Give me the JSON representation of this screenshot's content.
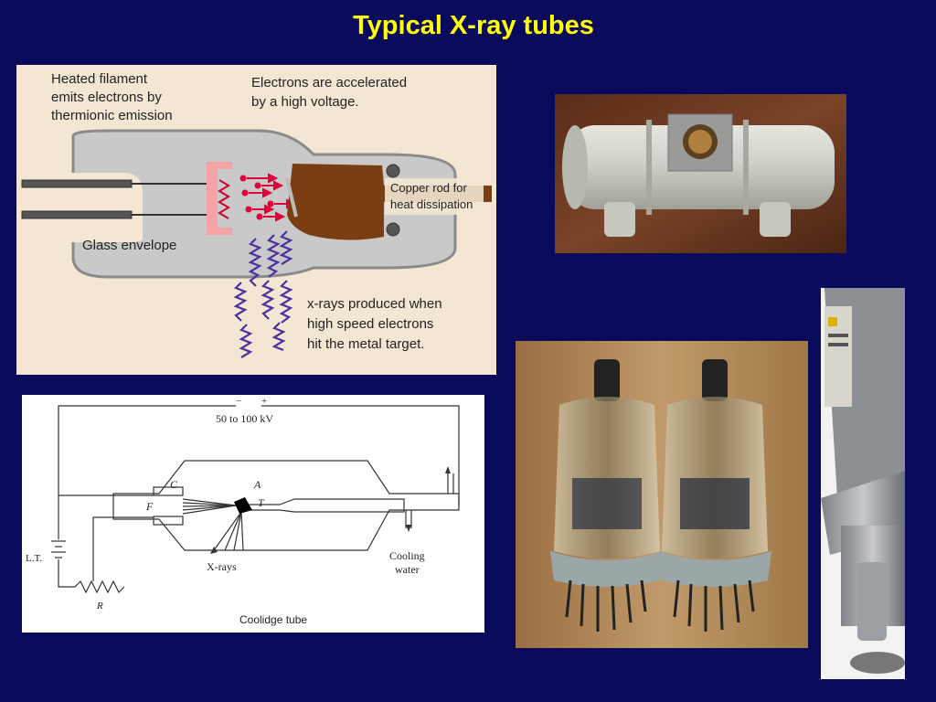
{
  "slide": {
    "title": "Typical X-ray tubes"
  },
  "diagram_top": {
    "label_filament_line1": "Heated filament",
    "label_filament_line2": "emits electrons by",
    "label_filament_line3": "thermionic emission",
    "label_electrons_line1": "Electrons are accelerated",
    "label_electrons_line2": "by a high voltage.",
    "label_copper_line1": "Copper rod for",
    "label_copper_line2": "heat dissipation",
    "label_glass": "Glass envelope",
    "label_xrays_line1": "x-rays produced when",
    "label_xrays_line2": "high speed electrons",
    "label_xrays_line3": "hit the metal target."
  },
  "diagram_bottom": {
    "polarity_minus": "−",
    "polarity_plus": "+",
    "voltage": "50 to 100 kV",
    "label_c": "C",
    "label_f": "F",
    "label_a": "A",
    "label_t": "T",
    "label_lt": "L.T.",
    "label_r": "R",
    "label_xrays": "X-rays",
    "label_cooling_line1": "Cooling",
    "label_cooling_line2": "water",
    "caption": "Coolidge  tube"
  },
  "colors": {
    "background": "#0a0a5c",
    "title": "#ffff00",
    "diagram_bg": "#f3e7d3",
    "copper": "#7a3e12",
    "glass": "#c9c9c9",
    "filament": "#f6a3a6",
    "electron": "#e0003a",
    "xray": "#5030a0"
  },
  "icons": {
    "photo_body": "xray-tube-housing-photo",
    "photo_tubes": "glass-vacuum-tubes-photo",
    "photo_gun": "xray-source-assembly-photo"
  }
}
